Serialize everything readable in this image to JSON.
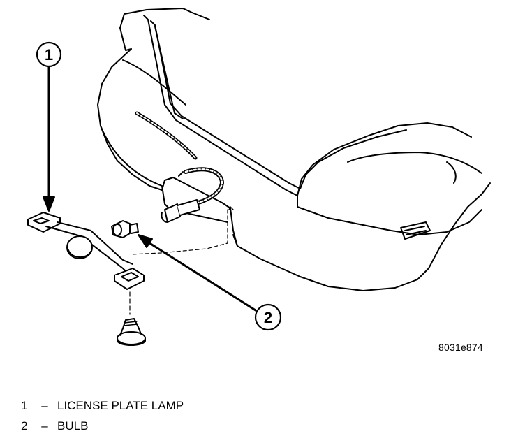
{
  "figure": {
    "id_label": "8031e874",
    "callouts": [
      {
        "number": "1"
      },
      {
        "number": "2"
      }
    ]
  },
  "legend": [
    {
      "number": "1",
      "dash": "–",
      "label": "LICENSE PLATE LAMP"
    },
    {
      "number": "2",
      "dash": "–",
      "label": "BULB"
    }
  ]
}
